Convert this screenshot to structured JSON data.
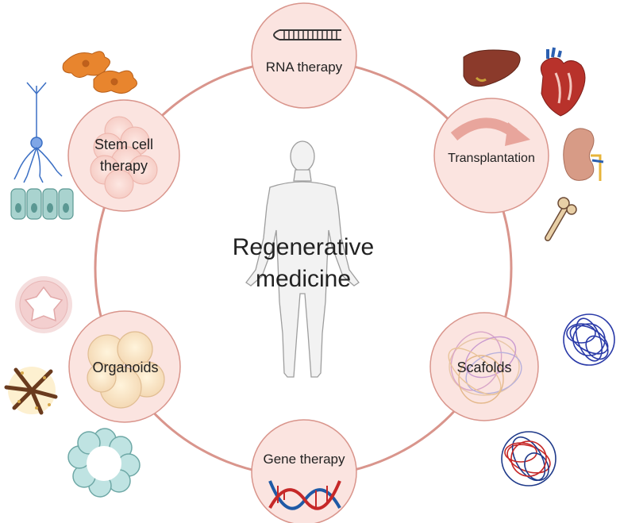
{
  "center": {
    "line1": "Regenerative",
    "line2": "medicine"
  },
  "nodes": {
    "rna": "RNA therapy",
    "transplant": "Transplantation",
    "scaffolds": "Scafolds",
    "gene": "Gene therapy",
    "organoids": "Organoids",
    "stem_line1": "Stem cell",
    "stem_line2": "therapy"
  },
  "colors": {
    "ring": "#d9958c",
    "node_fill": "#fbe4e0",
    "node_stroke": "#d9958c",
    "text": "#222222"
  },
  "icons": [
    "rna-hairpin-icon",
    "liver-icon",
    "heart-icon",
    "kidney-icon",
    "bone-icon",
    "scaffold-blue-icon",
    "scaffold-red-blue-icon",
    "dna-icon",
    "organoid-ring-icon",
    "organoid-star-icon",
    "organoid-cluster-icon",
    "fibroblast-icon",
    "neuron-icon",
    "epithelial-cells-icon",
    "human-body-icon"
  ]
}
